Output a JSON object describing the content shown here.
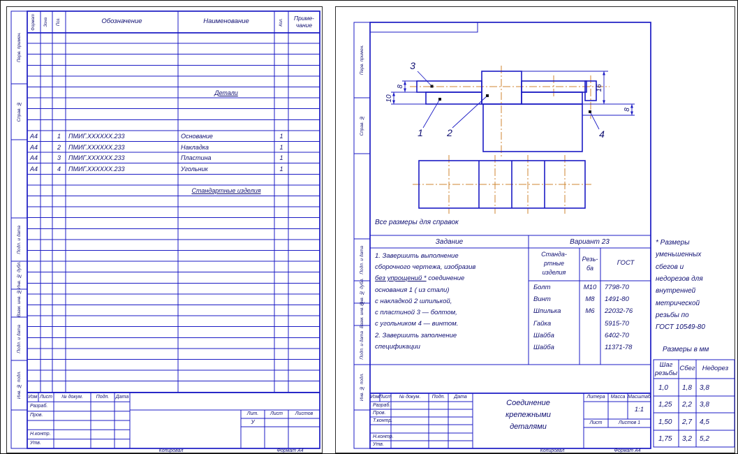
{
  "left_page": {
    "margin": {
      "perv": "Перв. примен.",
      "sprav": "Справ. №",
      "podp1": "Подп. и дата",
      "inv_dubl": "Инв. № дубл.",
      "vzam": "Взам. инв. №",
      "podp2": "Подп. и дата",
      "inv_podl": "Инв. № подл."
    },
    "spec": {
      "headers": {
        "format": "Формат",
        "zone": "Зона",
        "pos": "Поз.",
        "designation": "Обозначение",
        "name": "Наименование",
        "qty": "Кол.",
        "note1": "Приме-",
        "note2": "чание"
      },
      "section_details": "Детали",
      "rows": [
        {
          "format": "А4",
          "pos": "1",
          "designation": "ПМИГ.XXXXXX.233",
          "name": "Основание",
          "qty": "1"
        },
        {
          "format": "А4",
          "pos": "2",
          "designation": "ПМИГ.XXXXXX.233",
          "name": "Накладка",
          "qty": "1"
        },
        {
          "format": "А4",
          "pos": "3",
          "designation": "ПМИГ.XXXXXX.233",
          "name": "Пластина",
          "qty": "1"
        },
        {
          "format": "А4",
          "pos": "4",
          "designation": "ПМИГ.XXXXXX.233",
          "name": "Угольник",
          "qty": "1"
        }
      ],
      "section_standard": "Стандартные изделия"
    },
    "titleblock": {
      "izm": "Изм",
      "list": "Лист",
      "dokum": "№ докум.",
      "podp": "Подп.",
      "data": "Дата",
      "razrab": "Разраб.",
      "prov": "Пров.",
      "nkontr": "Н.контр.",
      "utv": "Утв.",
      "lit": "Лит.",
      "list2": "Лист",
      "listov": "Листов",
      "lit_value": "У"
    },
    "footer": {
      "kopiroval": "Копировал",
      "format": "Формат  А4"
    }
  },
  "right_page": {
    "margin": {
      "perv": "Перв. примен.",
      "sprav": "Справ. №",
      "podp1": "Подп. и дата",
      "inv_dubl": "Инв. № дубл.",
      "vzam": "Взам. инв. №",
      "podp2": "Подп. и дата",
      "inv_podl": "Инв. № подл."
    },
    "drawing": {
      "callout1": "1",
      "callout2": "2",
      "callout3": "3",
      "callout4": "4",
      "dim_left_top": "8",
      "dim_left_bottom": "10",
      "dim_right_inner": "16",
      "dim_right_outer": "8",
      "ref_note": "Все размеры для справок"
    },
    "task": {
      "header": "Задание",
      "variant": "Вариант  23",
      "l1": "1. Завершить выполнение",
      "l2": "сборочного чертежа, изобразив",
      "l3a": "без упрощений *",
      "l3b": "  соединение",
      "l4": "основания 1 ( из стали)",
      "l5": "с накладкой 2 шпилькой,",
      "l6": "с пластиной 3 — болтом,",
      "l7": "с угольником 4 — винтом.",
      "l8": "2. Завершить заполнение",
      "l9": "спецификации"
    },
    "std": {
      "h1a": "Станда-",
      "h1b": "ртные",
      "h1c": "изделия",
      "h2a": "Резь-",
      "h2b": "ба",
      "h3": "ГОСТ",
      "rows": [
        {
          "name": "Болт",
          "thread": "М10",
          "gost": "7798-70"
        },
        {
          "name": "Винт",
          "thread": "М8",
          "gost": "1491-80"
        },
        {
          "name": "Шпилька",
          "thread": "М6",
          "gost": "22032-76"
        },
        {
          "name": "Гайка",
          "thread": "",
          "gost": "5915-70"
        },
        {
          "name": "Шайба",
          "thread": "",
          "gost": "6402-70"
        },
        {
          "name": "Шайба",
          "thread": "",
          "gost": "11371-78"
        }
      ]
    },
    "notes": {
      "l1": "* Размеры",
      "l2": "уменьшенных",
      "l3": "сбегов и",
      "l4": "недорезов для",
      "l5": "внутренней",
      "l6": "метрической",
      "l7": "резьбы по",
      "l8": "ГОСТ 10549-80",
      "units": "Размеры в мм"
    },
    "thread_table": {
      "h_step1": "Шаг",
      "h_step2": "резьбы",
      "h_sbeg": "Сбег",
      "h_ned": "Недорез",
      "rows": [
        {
          "step": "1,0",
          "sbeg": "1,8",
          "ned": "3,8"
        },
        {
          "step": "1,25",
          "sbeg": "2,2",
          "ned": "3,8"
        },
        {
          "step": "1,50",
          "sbeg": "2,7",
          "ned": "4,5"
        },
        {
          "step": "1,75",
          "sbeg": "3,2",
          "ned": "5,2"
        }
      ]
    },
    "titleblock": {
      "izm": "Изм",
      "list": "Лист",
      "dokum": "№ докум.",
      "podp": "Подп.",
      "data": "Дата",
      "razrab": "Разраб.",
      "prov": "Пров.",
      "tkontr": "Т.контр.",
      "nkontr": "Н.контр.",
      "utv": "Утв.",
      "title1": "Соединение",
      "title2": "крепежными",
      "title3": "деталями",
      "litera": "Литера",
      "massa": "Масса",
      "masshtab": "Масштаб",
      "scale": "1:1",
      "list_lbl": "Лист",
      "listov_lbl": "Листов  1"
    },
    "footer": {
      "kopiroval": "Копировал",
      "format": "Формат  А4"
    }
  }
}
